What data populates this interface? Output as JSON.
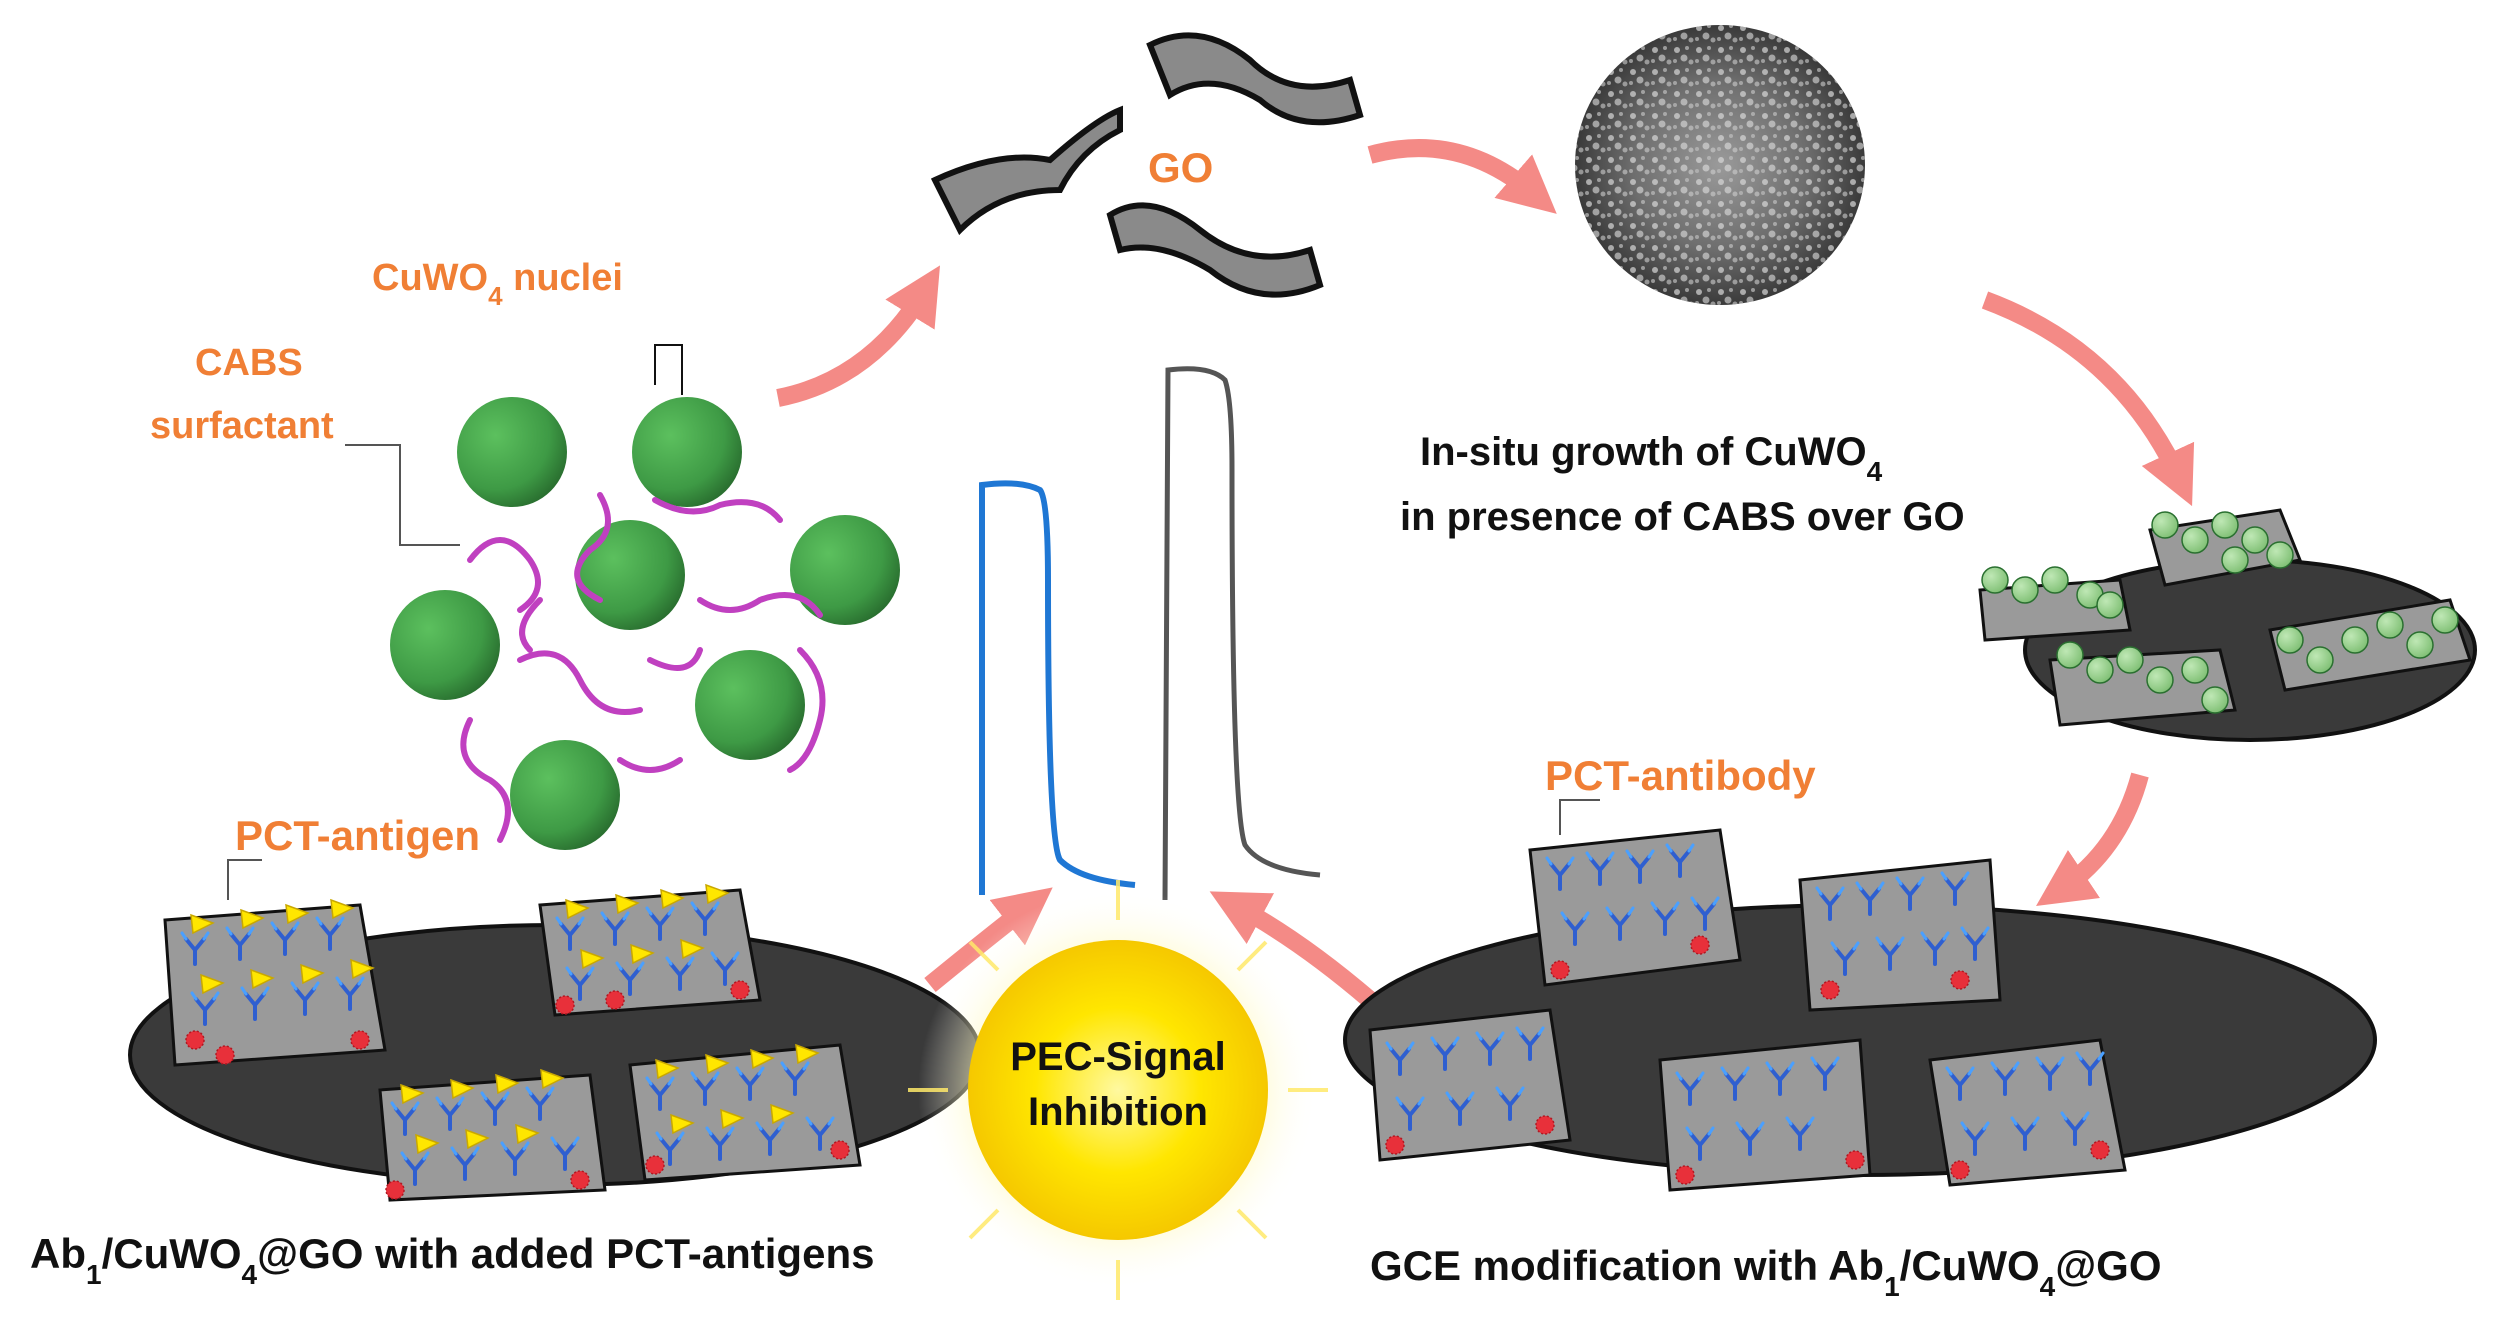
{
  "labels": {
    "go": "GO",
    "cuwo4_nuclei": {
      "base": "CuWO",
      "sub": "4",
      "rest": " nuclei"
    },
    "cabs_line1": "CABS",
    "cabs_line2": "surfactant",
    "insitu_line1": {
      "base": "In-situ growth of CuWO",
      "sub": "4"
    },
    "insitu_line2": "in presence of CABS over GO",
    "pct_antibody": "PCT-antibody",
    "pct_antigen": "PCT-antigen",
    "pec_line1": "PEC-Signal",
    "pec_line2": "Inhibition",
    "caption_left": {
      "a": "Ab",
      "sub1": "1",
      "b": "/CuWO",
      "sub2": "4",
      "c": "@GO with added PCT-antigens"
    },
    "caption_right": {
      "a": "GCE modification with Ab",
      "sub1": "1",
      "b": "/CuWO",
      "sub2": "4",
      "c": "@GO"
    }
  },
  "colors": {
    "label_orange": "#f07f35",
    "arrow_pink": "#f48a86",
    "sphere_green": "#3e9a45",
    "surfactant_magenta": "#c040c0",
    "sheet_gray": "#9a9a9a",
    "disc_dark": "#3a3a3a",
    "curve_blue": "#1f77d4",
    "curve_gray": "#555555",
    "sun_yellow": "#ffe600",
    "antigen_yellow": "#ffe600",
    "antigen_red": "#e8303a",
    "antibody_blue": "#2f5fd0"
  },
  "icons": {
    "sem_image": "sem-micrograph-icon",
    "sun": "light-source-icon",
    "antibody": "y-shaped-antibody-icon",
    "antigen": "triangle-antigen-icon"
  }
}
